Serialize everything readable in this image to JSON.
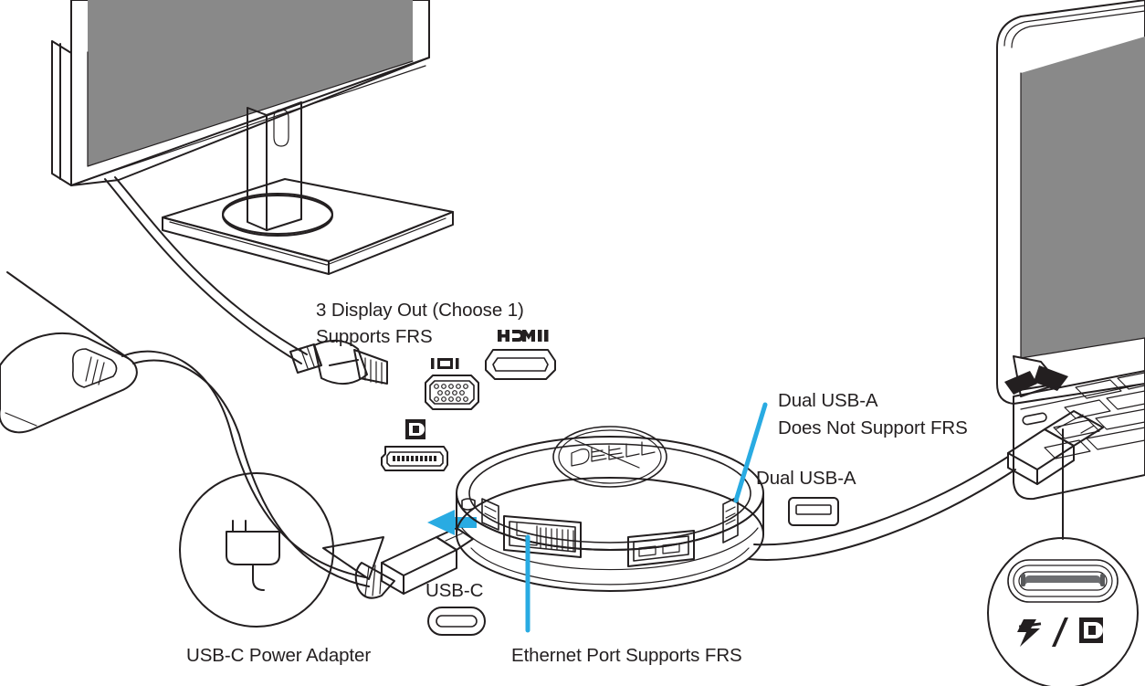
{
  "diagram": {
    "title": "Dell Mobile Adapter Connection Diagram",
    "accent_color": "#29abe2",
    "line_color": "#231f20",
    "screen_fill": "#898989",
    "background": "#ffffff"
  },
  "labels": {
    "display_out_line1": "3 Display Out (Choose 1)",
    "display_out_line2": "Supports FRS",
    "dual_usba_top_line1": "Dual USB-A",
    "dual_usba_top_line2": "Does Not Support FRS",
    "dual_usba_right": "Dual USB-A",
    "usb_c": "USB-C",
    "usb_c_power_adapter": "USB-C Power Adapter",
    "ethernet": "Ethernet Port Supports FRS"
  },
  "port_icons": [
    {
      "name": "hdmi-port-icon",
      "logo": "HDMI",
      "caption": ""
    },
    {
      "name": "vga-port-icon",
      "logo": "VGA",
      "caption": ""
    },
    {
      "name": "displayport-port-icon",
      "logo": "DP",
      "caption": ""
    },
    {
      "name": "usb-a-port-icon",
      "logo": "USB-A",
      "caption": ""
    },
    {
      "name": "usb-c-port-icon",
      "logo": "USB-C",
      "caption": ""
    }
  ],
  "devices": {
    "monitor": "external-monitor",
    "laptop": "laptop",
    "hub": "dell-mobile-adapter-hub",
    "hub_brand": "DELL",
    "power_brick": "ac-power-brick"
  },
  "callouts": {
    "power_plug": {
      "name": "power-plug-callout",
      "icon": "power-plug-icon"
    },
    "laptop_port": {
      "name": "laptop-usb-c-port-callout",
      "icon": "usb-c-port-icon",
      "symbols": "⚡ / DP"
    }
  }
}
